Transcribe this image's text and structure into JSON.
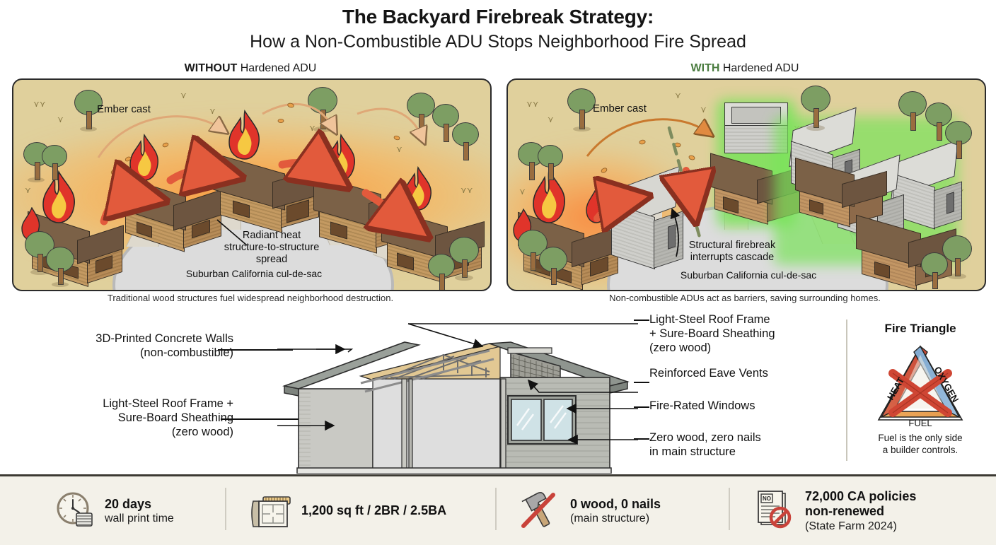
{
  "header": {
    "title_line1": "The Backyard Firebreak Strategy:",
    "title_line2": "How a Non-Combustible ADU Stops Neighborhood Fire Spread"
  },
  "panels": {
    "left": {
      "head_strong": "WITHOUT",
      "head_rest": " Hardened ADU",
      "ember_label": "Ember cast",
      "callout": "Radiant heat\nstructure-to-structure\nspread",
      "callout_l1": "Radiant heat",
      "callout_l2": "structure-to-structure",
      "callout_l3": "spread",
      "street_label": "Suburban California cul-de-sac",
      "caption": "Traditional wood structures fuel widespread neighborhood destruction."
    },
    "right": {
      "head_strong": "WITH",
      "head_rest": " Hardened ADU",
      "head_color": "#4a7c3f",
      "ember_label": "Ember cast",
      "callout_l1": "Structural firebreak",
      "callout_l2": "interrupts cascade",
      "street_label": "Suburban California cul-de-sac",
      "caption": "Non-combustible ADUs act as barriers, saving surrounding homes."
    }
  },
  "cutaway": {
    "labels_left": [
      {
        "l1": "3D-Printed Concrete Walls",
        "l2": "(non-combustible)",
        "l3": ""
      },
      {
        "l1": "Light-Steel Roof Frame +",
        "l2": "Sure-Board Sheathing",
        "l3": "(zero wood)"
      }
    ],
    "labels_right": [
      {
        "l1": "Light-Steel Roof Frame",
        "l2": "+ Sure-Board Sheathing",
        "l3": "(zero wood)"
      },
      {
        "l1": "Reinforced Eave Vents",
        "l2": "",
        "l3": ""
      },
      {
        "l1": "Fire-Rated Windows",
        "l2": "",
        "l3": ""
      },
      {
        "l1": "Zero wood, zero nails",
        "l2": "in main structure",
        "l3": ""
      }
    ]
  },
  "fire_triangle": {
    "title": "Fire Triangle",
    "side_heat": "HEAT",
    "side_oxygen": "OXYGEN",
    "side_fuel": "FUEL",
    "caption_l1": "Fuel is the only side",
    "caption_l2": "a builder controls.",
    "color_heat": "#d4553f",
    "color_oxygen": "#8fb6d9",
    "color_fuel": "#e8aköz",
    "color_fuel_hex": "#e8a85c",
    "color_x": "#cf4634"
  },
  "stats": [
    {
      "icon": "clock-icon",
      "big": "20 days",
      "sub": "wall print time"
    },
    {
      "icon": "blueprint-icon",
      "big": "1,200 sq ft / 2BR / 2.5BA",
      "sub": ""
    },
    {
      "icon": "hammer-nail-crossed-icon",
      "big": "0 wood, 0 nails",
      "sub": "(main structure)"
    },
    {
      "icon": "policy-denied-icon",
      "big_l1": "72,000 CA policies",
      "big_l2": "non-renewed",
      "sub": "(State Farm 2024)",
      "badge": "NO"
    }
  ]
}
